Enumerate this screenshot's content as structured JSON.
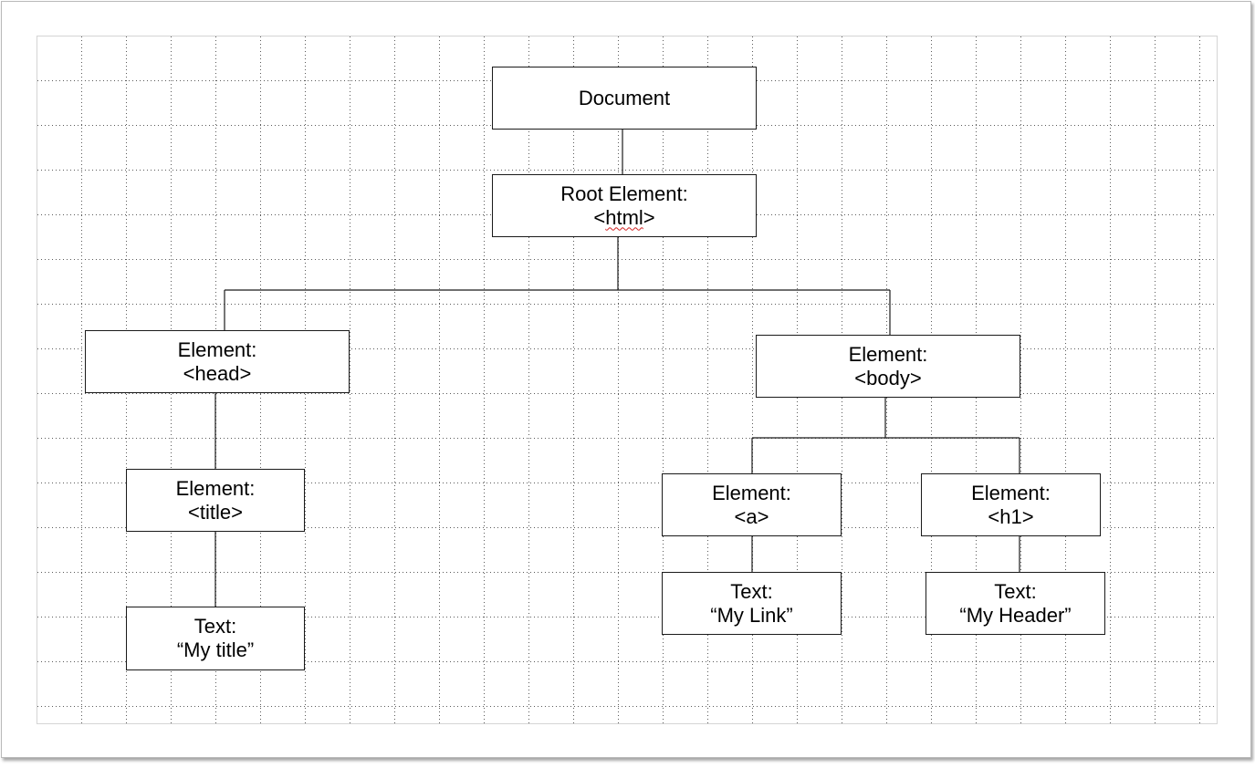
{
  "diagram": {
    "nodes": [
      {
        "id": "document",
        "lines": [
          "Document"
        ]
      },
      {
        "id": "root",
        "lines": [
          "Root Element:",
          "<",
          "html",
          ">"
        ]
      },
      {
        "id": "head",
        "lines": [
          "Element:",
          "<head>"
        ]
      },
      {
        "id": "body",
        "lines": [
          "Element:",
          "<body>"
        ]
      },
      {
        "id": "title",
        "lines": [
          "Element:",
          "<title>"
        ]
      },
      {
        "id": "a",
        "lines": [
          "Element:",
          "<a>"
        ]
      },
      {
        "id": "h1",
        "lines": [
          "Element:",
          "<h1>"
        ]
      },
      {
        "id": "text_title",
        "lines": [
          "Text:",
          "“My title”"
        ]
      },
      {
        "id": "text_link",
        "lines": [
          "Text:",
          "“My Link”"
        ]
      },
      {
        "id": "text_header",
        "lines": [
          "Text:",
          "“My Header”"
        ]
      }
    ],
    "edges": [
      [
        "document",
        "root"
      ],
      [
        "root",
        "head"
      ],
      [
        "root",
        "body"
      ],
      [
        "head",
        "title"
      ],
      [
        "title",
        "text_title"
      ],
      [
        "body",
        "a"
      ],
      [
        "body",
        "h1"
      ],
      [
        "a",
        "text_link"
      ],
      [
        "h1",
        "text_header"
      ]
    ]
  },
  "colors": {
    "grid_dot": "#5a5a5a",
    "box_border": "#1a1a1a",
    "spellcheck": "#d02020"
  }
}
